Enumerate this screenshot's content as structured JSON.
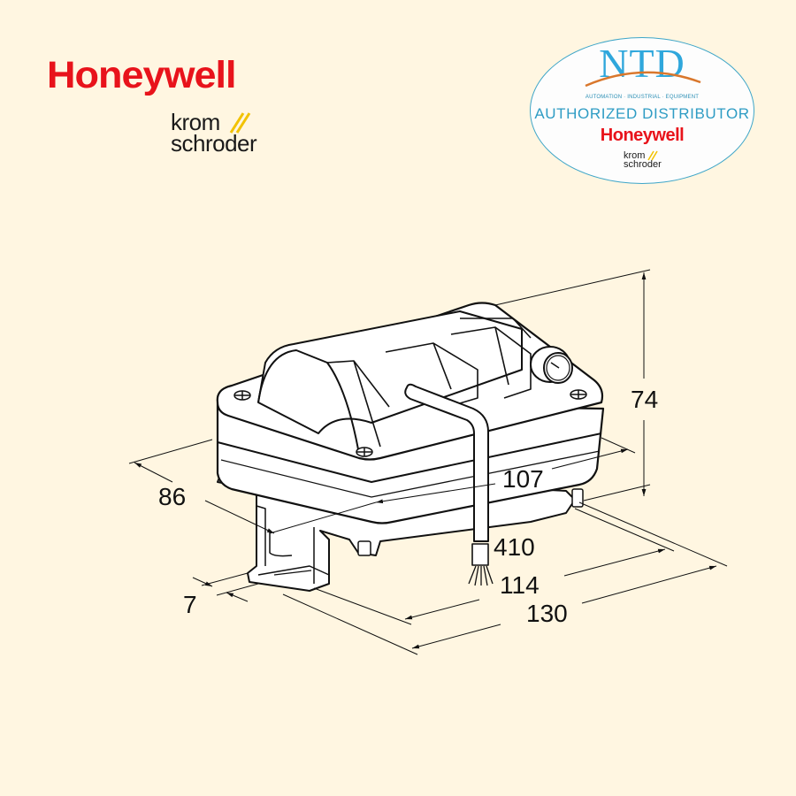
{
  "logos": {
    "honeywell": "Honeywell",
    "krom_line1": "krom",
    "krom_line2": "schroder"
  },
  "badge": {
    "brand": "NTD",
    "tagline": "AUTOMATION · INDUSTRIAL · EQUIPMENT",
    "title": "AUTHORIZED DISTRIBUTOR",
    "partner": "Honeywell",
    "partner2_line1": "krom",
    "partner2_line2": "schroder"
  },
  "dimensions": {
    "height": "74",
    "length_top": "107",
    "depth": "86",
    "cable": "410",
    "base_inner": "114",
    "base_outer": "130",
    "bracket": "7"
  },
  "colors": {
    "background": "#fff6e1",
    "honeywell_red": "#e8131b",
    "ntd_blue": "#2fa7dc",
    "krom_yellow": "#f2c200"
  }
}
